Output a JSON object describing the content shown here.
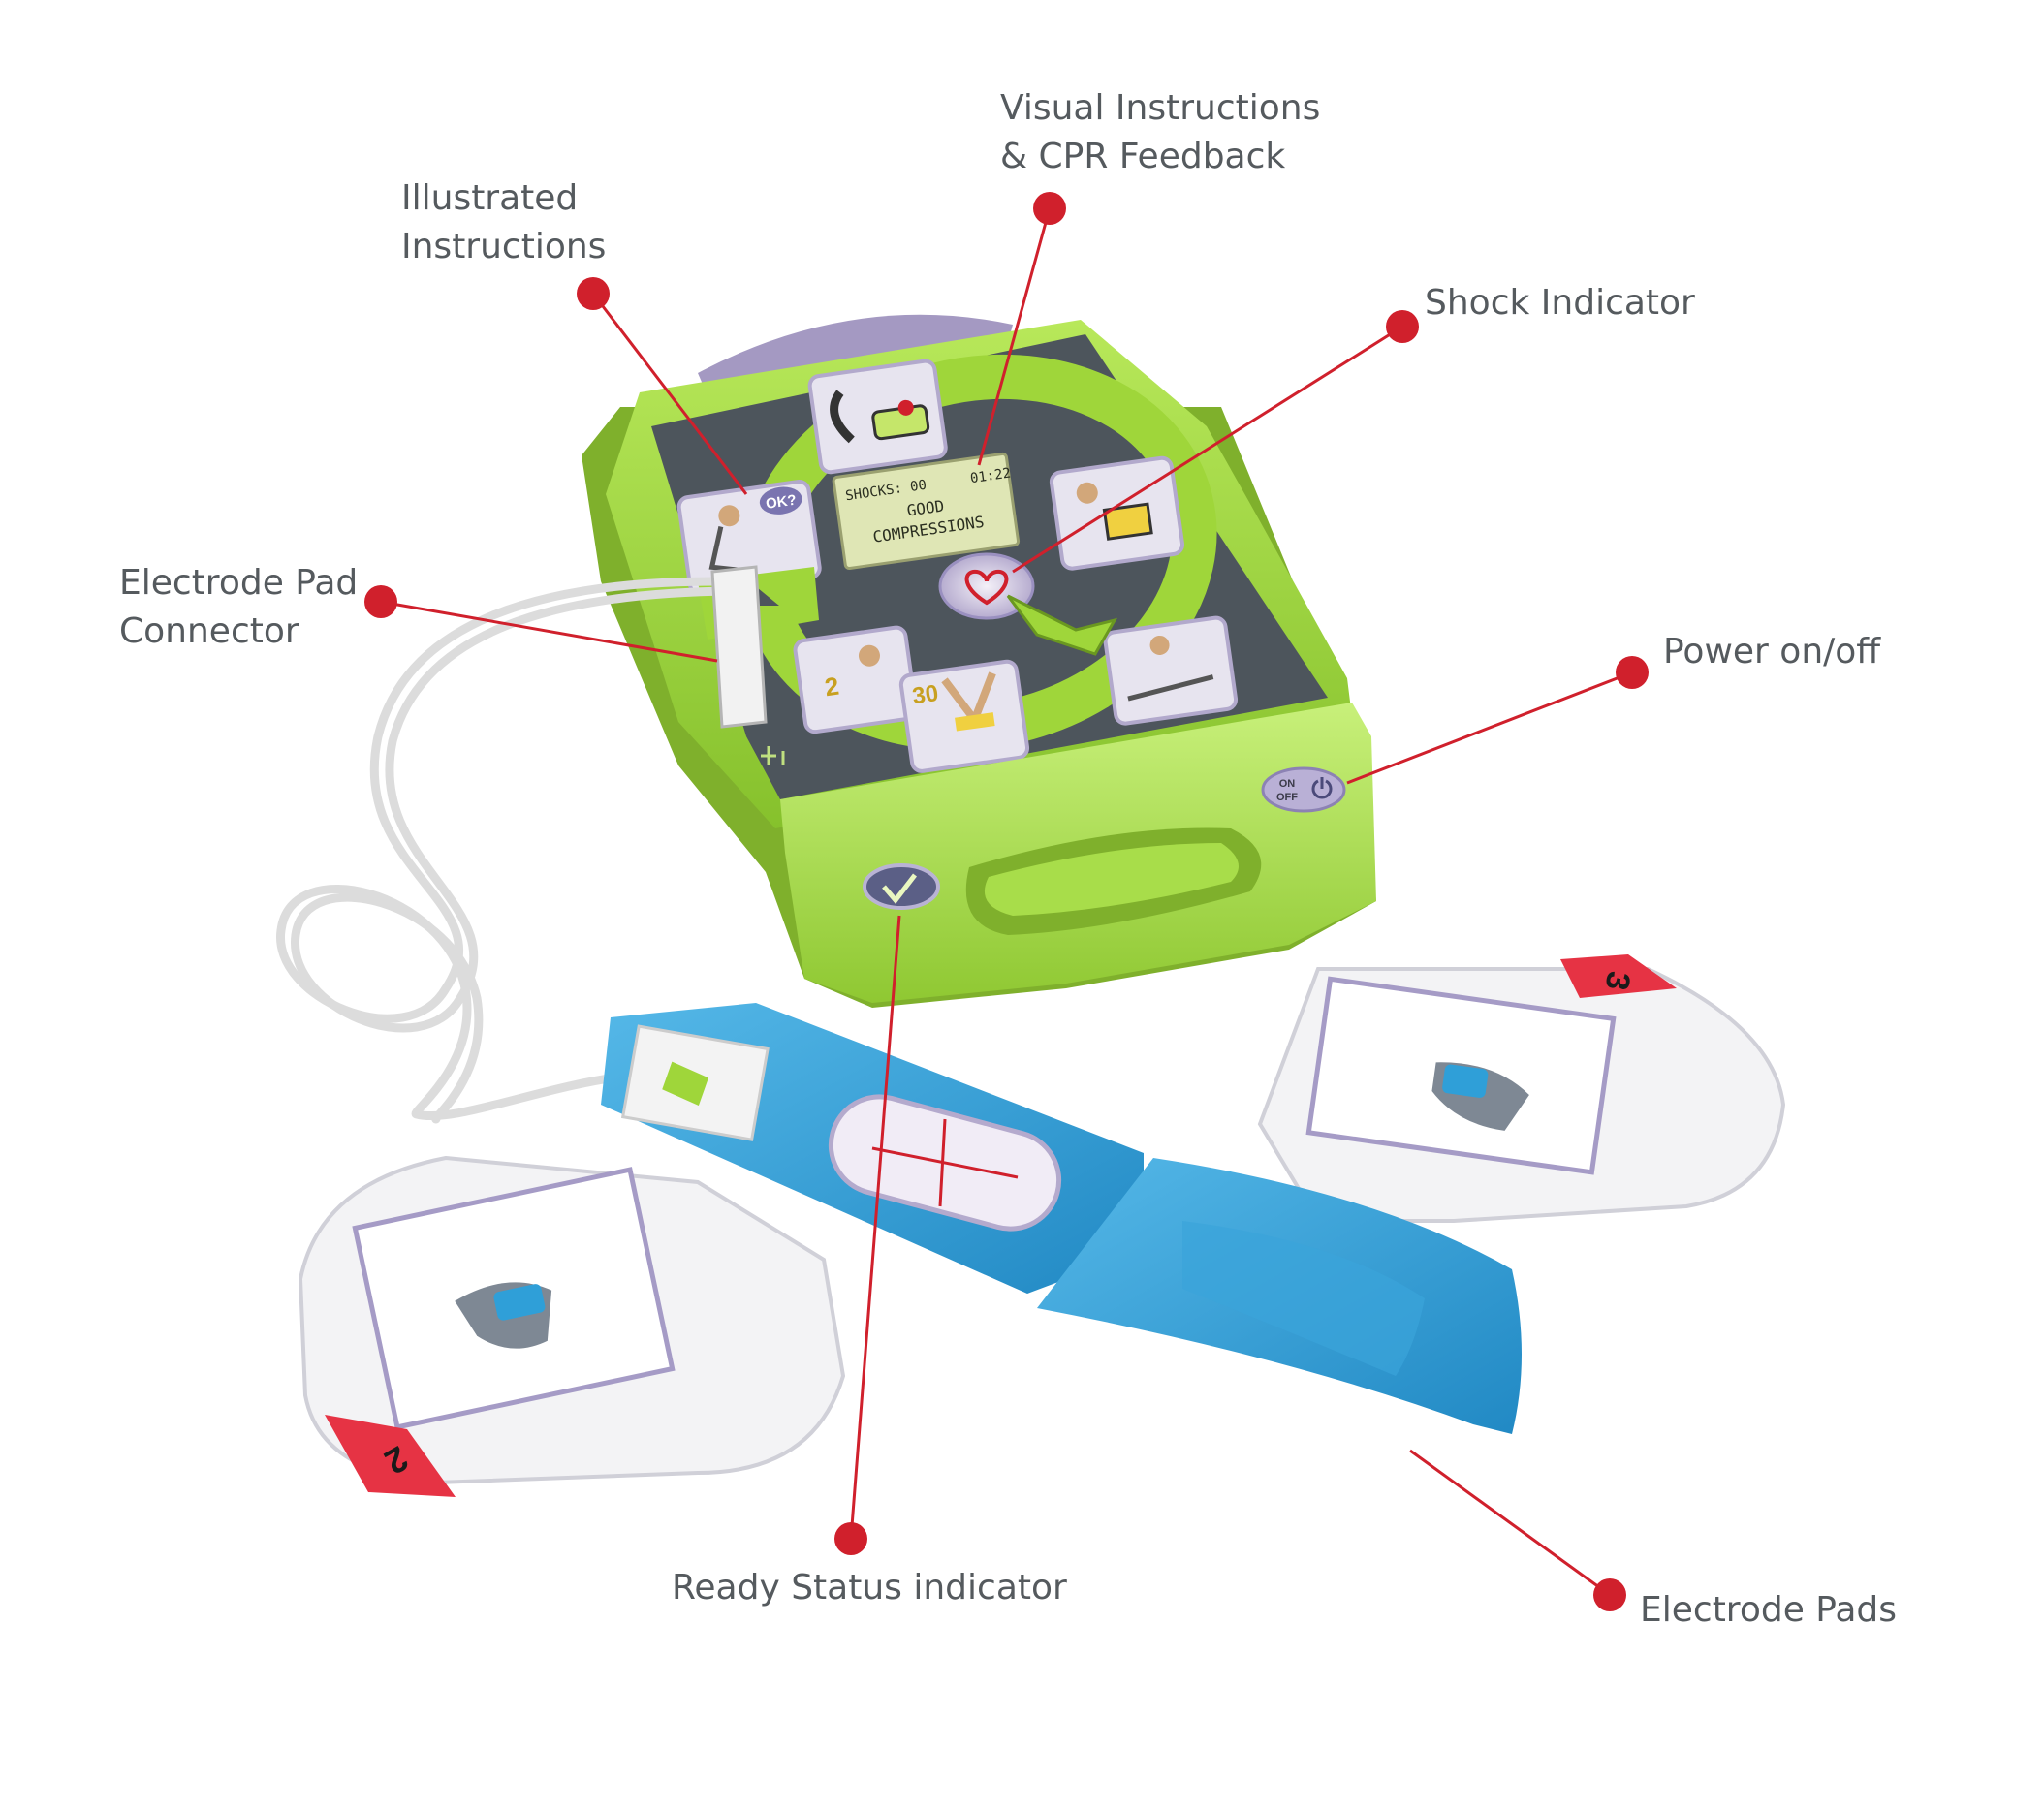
{
  "callouts": {
    "visual_instructions": {
      "line1": "Visual Instructions",
      "line2": "& CPR Feedback"
    },
    "illustrated_instructions": {
      "line1": "Illustrated",
      "line2": "Instructions"
    },
    "shock_indicator": "Shock Indicator",
    "electrode_pad_connector": {
      "line1": "Electrode Pad",
      "line2": "Connector"
    },
    "power": "Power on/off",
    "ready_status": "Ready Status indicator",
    "electrode_pads": "Electrode Pads"
  },
  "device": {
    "lcd": {
      "shocks": "SHOCKS: 00",
      "timer": "01:22",
      "line1": "GOOD",
      "line2": "COMPRESSIONS"
    },
    "power_button": {
      "on": "ON",
      "off": "OFF"
    },
    "panel_labels": {
      "ok": "OK?",
      "step2": "2",
      "step30": "30"
    },
    "pad_numbers": {
      "left": "2",
      "right": "3"
    }
  },
  "colors": {
    "callout_red": "#d0202c",
    "device_green": "#9fd63a",
    "panel_gray": "#4d555c",
    "pad_blue": "#2f9fd8",
    "label_gray": "#555a5e"
  },
  "icons": [
    "heart-shock-icon",
    "power-icon",
    "ready-check-icon",
    "pediatric-icon",
    "arrow-up-icon"
  ]
}
